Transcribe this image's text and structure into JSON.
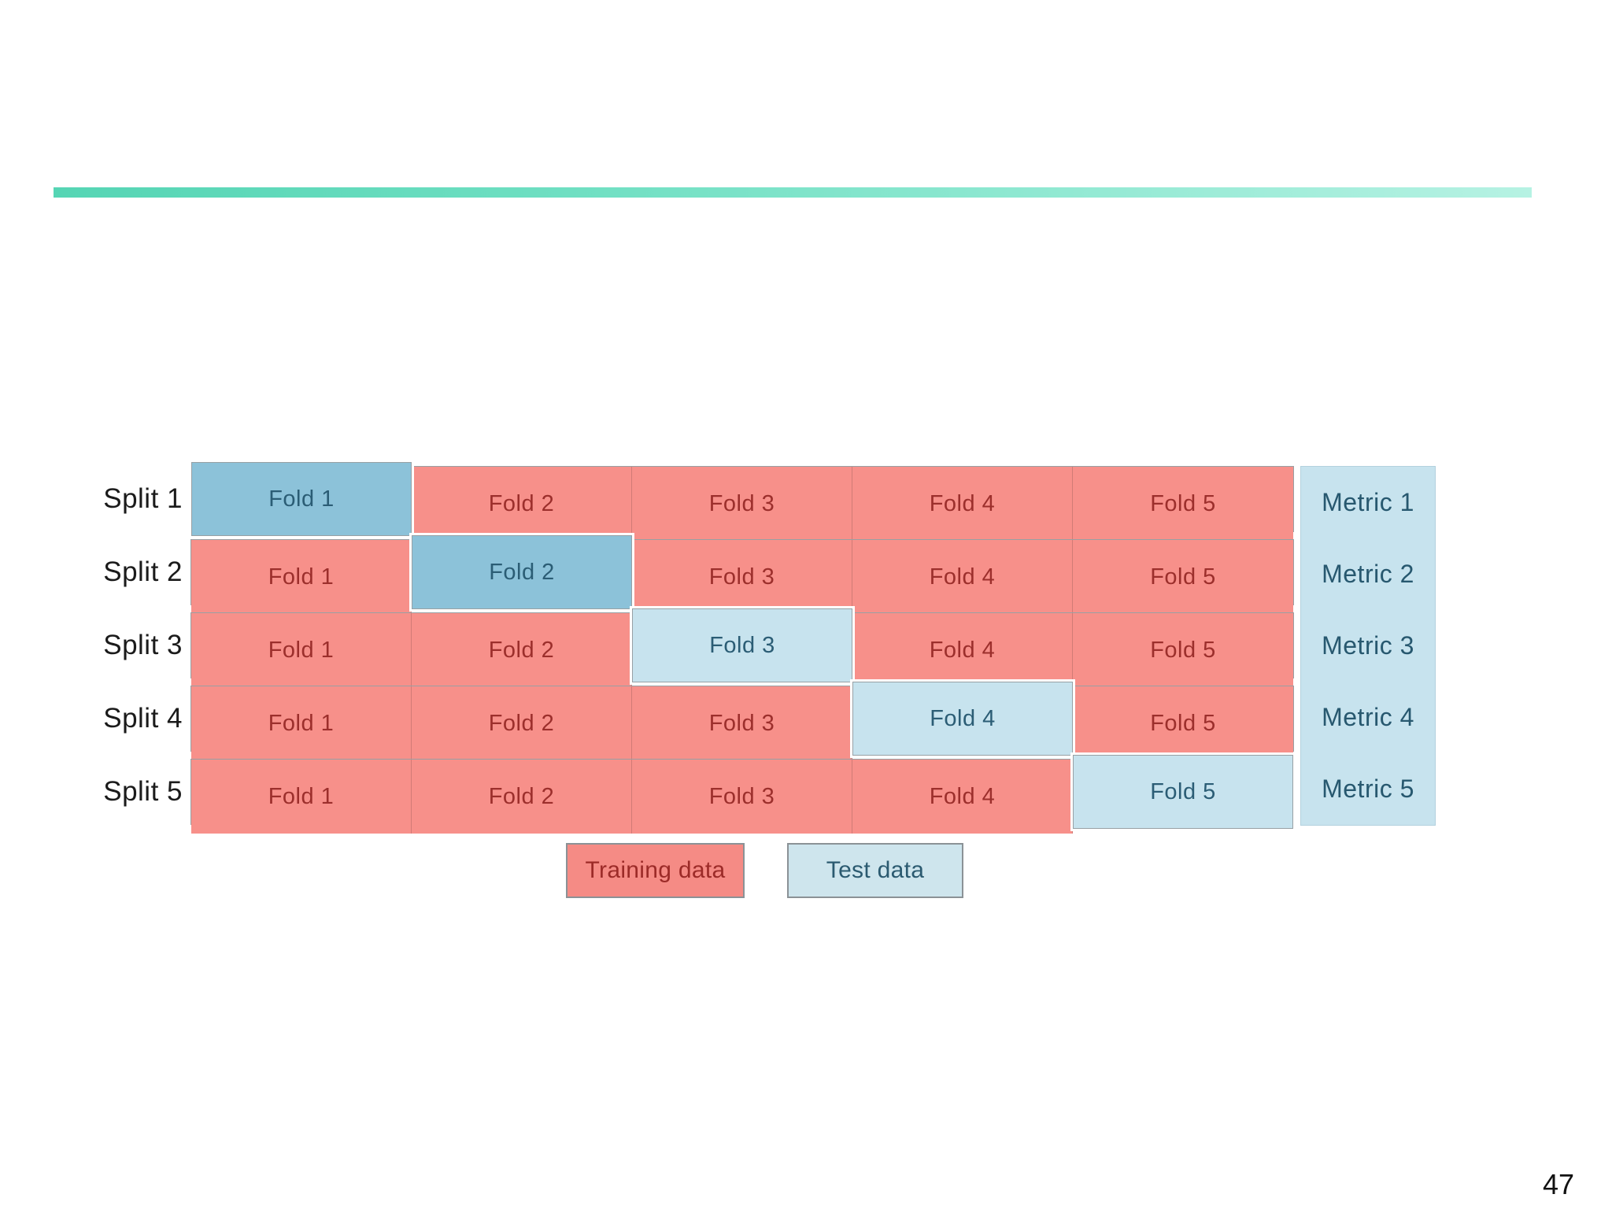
{
  "slide": {
    "page_number": "47",
    "accent_colors": {
      "left": "#55d5b4",
      "right": "#b6f2e3"
    }
  },
  "colors": {
    "training_fill": "#f7908a",
    "training_text": "#9c2f2c",
    "test_strong_fill": "#8cc2d9",
    "test_light_fill": "#c7e3ee",
    "test_text": "#2b5d75",
    "metric_fill": "#c7e3ee",
    "metric_text": "#27586f",
    "row_border": "#98a0a4"
  },
  "grid": {
    "splits": [
      {
        "label": "Split 1",
        "metric": "Metric 1",
        "test_fold_index": 0,
        "folds": [
          "Fold 1",
          "Fold 2",
          "Fold 3",
          "Fold 4",
          "Fold 5"
        ]
      },
      {
        "label": "Split 2",
        "metric": "Metric 2",
        "test_fold_index": 1,
        "folds": [
          "Fold 1",
          "Fold 2",
          "Fold 3",
          "Fold 4",
          "Fold 5"
        ]
      },
      {
        "label": "Split 3",
        "metric": "Metric 3",
        "test_fold_index": 2,
        "folds": [
          "Fold 1",
          "Fold 2",
          "Fold 3",
          "Fold 4",
          "Fold 5"
        ]
      },
      {
        "label": "Split 4",
        "metric": "Metric 4",
        "test_fold_index": 3,
        "folds": [
          "Fold 1",
          "Fold 2",
          "Fold 3",
          "Fold 4",
          "Fold 5"
        ]
      },
      {
        "label": "Split 5",
        "metric": "Metric 5",
        "test_fold_index": 4,
        "folds": [
          "Fold 1",
          "Fold 2",
          "Fold 3",
          "Fold 4",
          "Fold 5"
        ]
      }
    ]
  },
  "legend": {
    "training_label": "Training data",
    "test_label": "Test data"
  }
}
